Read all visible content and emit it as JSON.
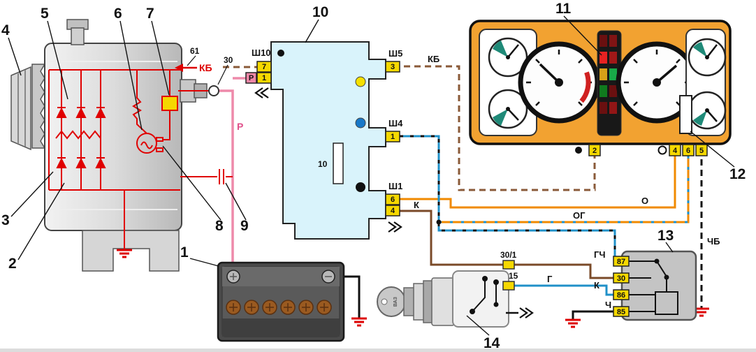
{
  "callouts": {
    "c1": "1",
    "c2": "2",
    "c3": "3",
    "c4": "4",
    "c5": "5",
    "c6": "6",
    "c7": "7",
    "c8": "8",
    "c9": "9",
    "c10": "10",
    "c11": "11",
    "c12": "12",
    "c13": "13",
    "c14": "14"
  },
  "alternator": {
    "terminal_61": "61",
    "terminal_30": "30"
  },
  "wires": {
    "kb_alt": "КБ",
    "kb": "КБ",
    "r_box": "Р",
    "r": "Р",
    "o": "О",
    "og": "ОГ",
    "gch": "ГЧ",
    "g": "Г",
    "k_block": "К",
    "k_ign": "К",
    "ch": "Ч",
    "chb": "ЧБ"
  },
  "block": {
    "sh10": "Ш10",
    "sh5": "Ш5",
    "sh4": "Ш4",
    "sh1": "Ш1",
    "pin_sh10_7": "7",
    "pin_sh10_1": "1",
    "pin_sh5_3": "3",
    "pin_sh4_1": "1",
    "pin_sh1_6": "6",
    "pin_sh1_4": "4",
    "fuse_rating": "10"
  },
  "cluster": {
    "pin2": "2",
    "pin4": "4",
    "pin6": "6",
    "pin5": "5"
  },
  "relay": {
    "pin87": "87",
    "pin30": "30",
    "pin86": "86",
    "pin85": "85"
  },
  "ignition": {
    "t30_1": "30/1",
    "t15": "15",
    "key": "ВАЗ"
  },
  "colors": {
    "wire_pink": "#ee8aaa",
    "wire_brown": "#8a5a38",
    "wire_brown_dark": "#7a4a28",
    "wire_orange": "#f08a00",
    "wire_blue": "#2090c8",
    "wire_black": "#111111",
    "schematic_red": "#e00000",
    "pin_yellow": "#f5d800",
    "block_fill": "#d9f3fb",
    "cluster_orange": "#f2a231",
    "ground_red": "#dd0000",
    "teal_gauge": "#1f8a78"
  }
}
